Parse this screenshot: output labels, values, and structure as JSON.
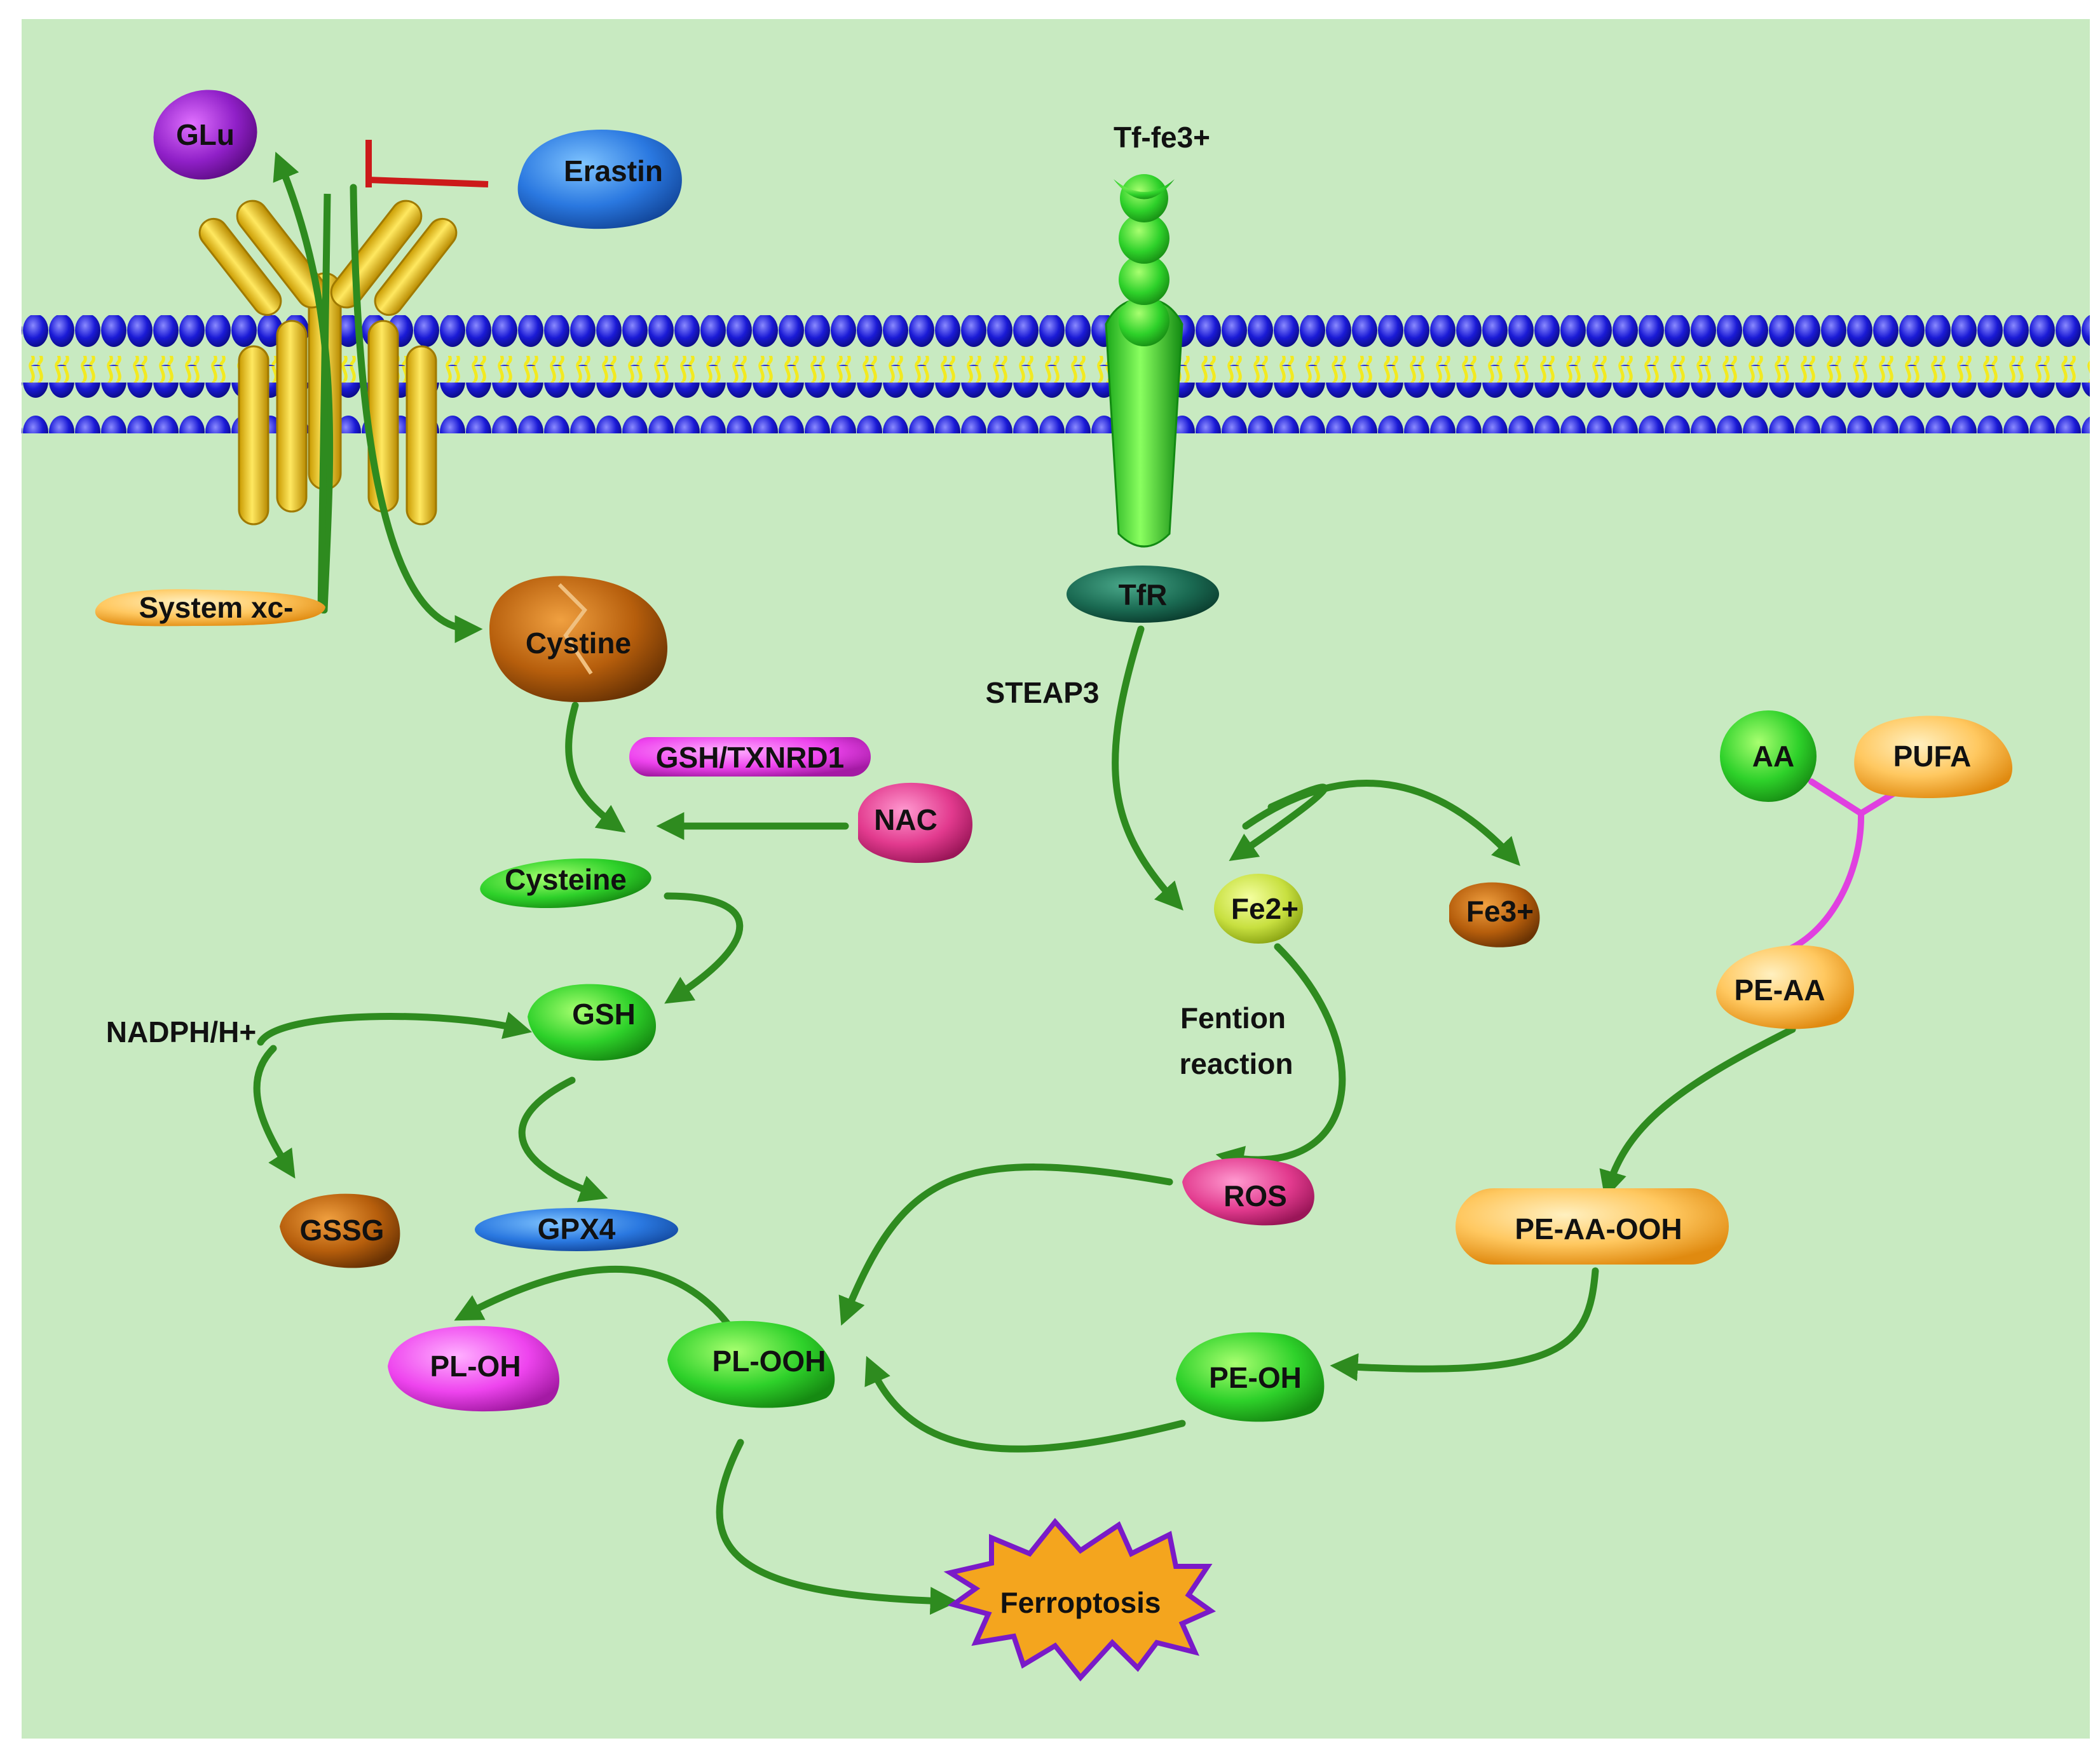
{
  "colors": {
    "background": "#c8eac1",
    "arrow": "#2e8b1f",
    "membrane_head": "#1a1ad6",
    "membrane_tail": "#e8e020",
    "transporter": "#e6c21a",
    "inhibitor": "#cc1a1a",
    "pufa_link": "#e040e0"
  },
  "labels": {
    "glu": "GLu",
    "erastin": "Erastin",
    "system_xc": "System xc-",
    "cystine": "Cystine",
    "gsh_txnrd1": "GSH/TXNRD1",
    "nac": "NAC",
    "cysteine": "Cysteine",
    "gsh": "GSH",
    "nadph": "NADPH/H+",
    "gssg": "GSSG",
    "gpx4": "GPX4",
    "pl_oh": "PL-OH",
    "pl_ooh": "PL-OOH",
    "ferroptosis": "Ferroptosis",
    "tf_fe3": "Tf-fe3+",
    "tfr": "TfR",
    "steap3": "STEAP3",
    "fe2": "Fe2+",
    "fe3": "Fe3+",
    "fention_line1": "Fention",
    "fention_line2": "reaction",
    "ros": "ROS",
    "aa": "AA",
    "pufa": "PUFA",
    "pe_aa": "PE-AA",
    "pe_aa_ooh": "PE-AA-OOH",
    "pe_oh": "PE-OH"
  }
}
